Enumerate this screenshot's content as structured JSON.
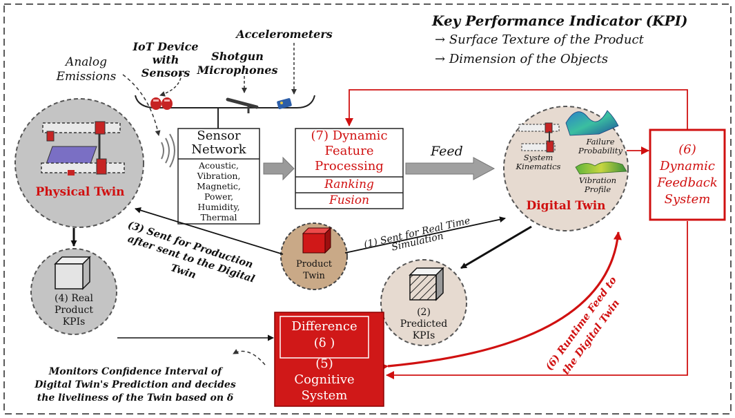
{
  "kpi": {
    "title": "Key Performance Indicator (KPI)",
    "items": [
      "Surface Texture of the Product",
      "Dimension of the Objects"
    ],
    "arrow_glyph": "→"
  },
  "sensors": {
    "analog": [
      "Analog",
      "Emissions"
    ],
    "iot": [
      "IoT Device",
      "with",
      "Sensors"
    ],
    "shotgun": [
      "Shotgun",
      "Microphones"
    ],
    "accelerometers": "Accelerometers"
  },
  "sensor_network": {
    "title": [
      "Sensor",
      "Network"
    ],
    "items": [
      "Acoustic,",
      "Vibration,",
      "Magnetic,",
      "Power,",
      "Humidity,",
      "Thermal"
    ]
  },
  "feature_processing": {
    "title": [
      "(7) Dynamic",
      "Feature",
      "Processing"
    ],
    "ranking": "Ranking",
    "fusion": "Fusion"
  },
  "feed_label": "Feed",
  "physical_twin": "Physical Twin",
  "digital_twin": {
    "title": "Digital Twin",
    "system_kinematics": [
      "System",
      "Kinematics"
    ],
    "failure_probability": [
      "Failure",
      "Probability"
    ],
    "vibration_profile": [
      "Vibration",
      "Profile"
    ]
  },
  "feedback_system": [
    "(6)",
    "Dynamic",
    "Feedback",
    "System"
  ],
  "product_twin": [
    "Product",
    "Twin"
  ],
  "real_kpis": [
    "(4) Real",
    "Product",
    "KPIs"
  ],
  "predicted_kpis": [
    "(2)",
    "Predicted",
    "KPIs"
  ],
  "cognitive": {
    "difference": [
      "Difference",
      "(δ )"
    ],
    "title": [
      "(5)",
      "Cognitive",
      "System"
    ]
  },
  "labels": {
    "sent_real_time": [
      "(1) Sent for Real Time",
      "Simulation"
    ],
    "sent_production": [
      "(3) Sent for Production",
      "after sent to the Digital",
      "Twin"
    ],
    "runtime_feed": [
      "(6) Runtime Feed to",
      "the Digital Twin"
    ],
    "monitor": [
      "Monitors Confidence Interval of",
      "Digital Twin's Prediction and decides",
      "the liveliness of the Twin based on δ"
    ]
  },
  "colors": {
    "accent_red": "#d01010",
    "node_gray": "#c4c4c4",
    "node_beige": "#e6dad0",
    "product_tan": "#c9a987"
  }
}
